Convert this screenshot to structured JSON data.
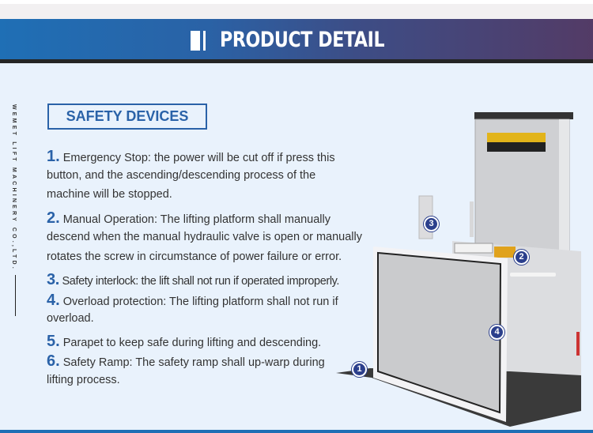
{
  "header": {
    "title": "PRODUCT DETAIL"
  },
  "sidebar": {
    "company": "WEMET LIFT MACHINERY CO.,LTD."
  },
  "section": {
    "title": "SAFETY DEVICES"
  },
  "items": [
    {
      "num": "1.",
      "lines": [
        "Emergency Stop: the power will be cut off if press this",
        "button, and the ascending/descending process of the",
        "machine will be stopped."
      ]
    },
    {
      "num": "2.",
      "lines": [
        "Manual Operation: The lifting platform shall manually",
        "descend when the manual hydraulic valve is open or manually",
        "rotates the screw in circumstance of power failure or error."
      ]
    },
    {
      "num": "3.",
      "lines": [
        "Safety interlock: the lift shall not run if operated improperly."
      ]
    },
    {
      "num": "4.",
      "lines": [
        "Overload protection: The lifting platform shall not run if",
        "overload."
      ]
    },
    {
      "num": "5.",
      "lines": [
        "Parapet to keep safe during lifting and descending."
      ]
    },
    {
      "num": "6.",
      "lines": [
        "Safety Ramp: The safety ramp shall up-warp during",
        "lifting process."
      ]
    }
  ],
  "badges": [
    "1",
    "2",
    "3",
    "4"
  ],
  "colors": {
    "accent": "#2a62a8",
    "banner_start": "#1f6fb5",
    "banner_end": "#533b66",
    "background": "#e9f2fc"
  }
}
